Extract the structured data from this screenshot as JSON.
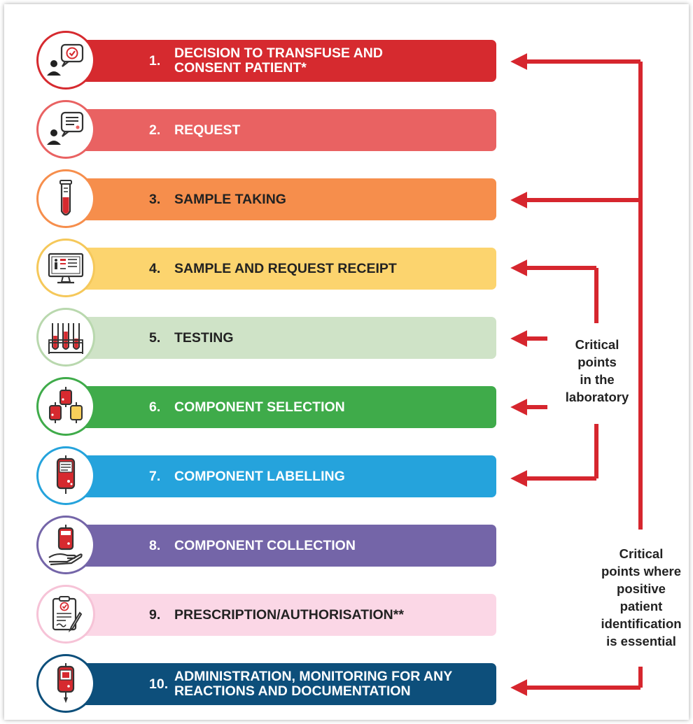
{
  "colors": {
    "arrow": "#d6262e"
  },
  "steps": [
    {
      "number": "1.",
      "title": "DECISION TO TRANSFUSE AND\nCONSENT PATIENT*",
      "bar_color": "#d62a2f",
      "text_color": "#ffffff",
      "ring_color": "#d62a2f",
      "icon": "person-speech-check-icon"
    },
    {
      "number": "2.",
      "title": "REQUEST",
      "bar_color": "#e96262",
      "text_color": "#ffffff",
      "ring_color": "#e96262",
      "icon": "person-speech-document-icon"
    },
    {
      "number": "3.",
      "title": "SAMPLE TAKING",
      "bar_color": "#f68e4c",
      "text_color": "#222222",
      "ring_color": "#f68e4c",
      "icon": "test-tube-icon"
    },
    {
      "number": "4.",
      "title": "SAMPLE AND REQUEST RECEIPT",
      "bar_color": "#fcd46e",
      "text_color": "#222222",
      "ring_color": "#f5c85a",
      "icon": "computer-monitor-icon"
    },
    {
      "number": "5.",
      "title": "TESTING",
      "bar_color": "#cfe3c7",
      "text_color": "#222222",
      "ring_color": "#b9d8ae",
      "icon": "test-tube-rack-icon"
    },
    {
      "number": "6.",
      "title": "COMPONENT SELECTION",
      "bar_color": "#3fab4a",
      "text_color": "#ffffff",
      "ring_color": "#3fab4a",
      "icon": "blood-bags-icon"
    },
    {
      "number": "7.",
      "title": "COMPONENT LABELLING",
      "bar_color": "#25a3dc",
      "text_color": "#ffffff",
      "ring_color": "#25a3dc",
      "icon": "labelled-blood-bag-icon"
    },
    {
      "number": "8.",
      "title": "COMPONENT COLLECTION",
      "bar_color": "#7465a8",
      "text_color": "#ffffff",
      "ring_color": "#7465a8",
      "icon": "blood-bag-hand-icon"
    },
    {
      "number": "9.",
      "title": "PRESCRIPTION/AUTHORISATION**",
      "bar_color": "#fbd7e6",
      "text_color": "#222222",
      "ring_color": "#f6c3d7",
      "icon": "clipboard-pen-icon"
    },
    {
      "number": "10.",
      "title": "ADMINISTRATION, MONITORING FOR ANY\nREACTIONS AND DOCUMENTATION",
      "bar_color": "#0d4f7b",
      "text_color": "#ffffff",
      "ring_color": "#0d4f7b",
      "icon": "blood-bag-drip-icon"
    }
  ],
  "notes": {
    "laboratory": "Critical\npoints\nin the\nlaboratory",
    "identification": "Critical\npoints where\npositive\npatient\nidentification\nis essential"
  }
}
